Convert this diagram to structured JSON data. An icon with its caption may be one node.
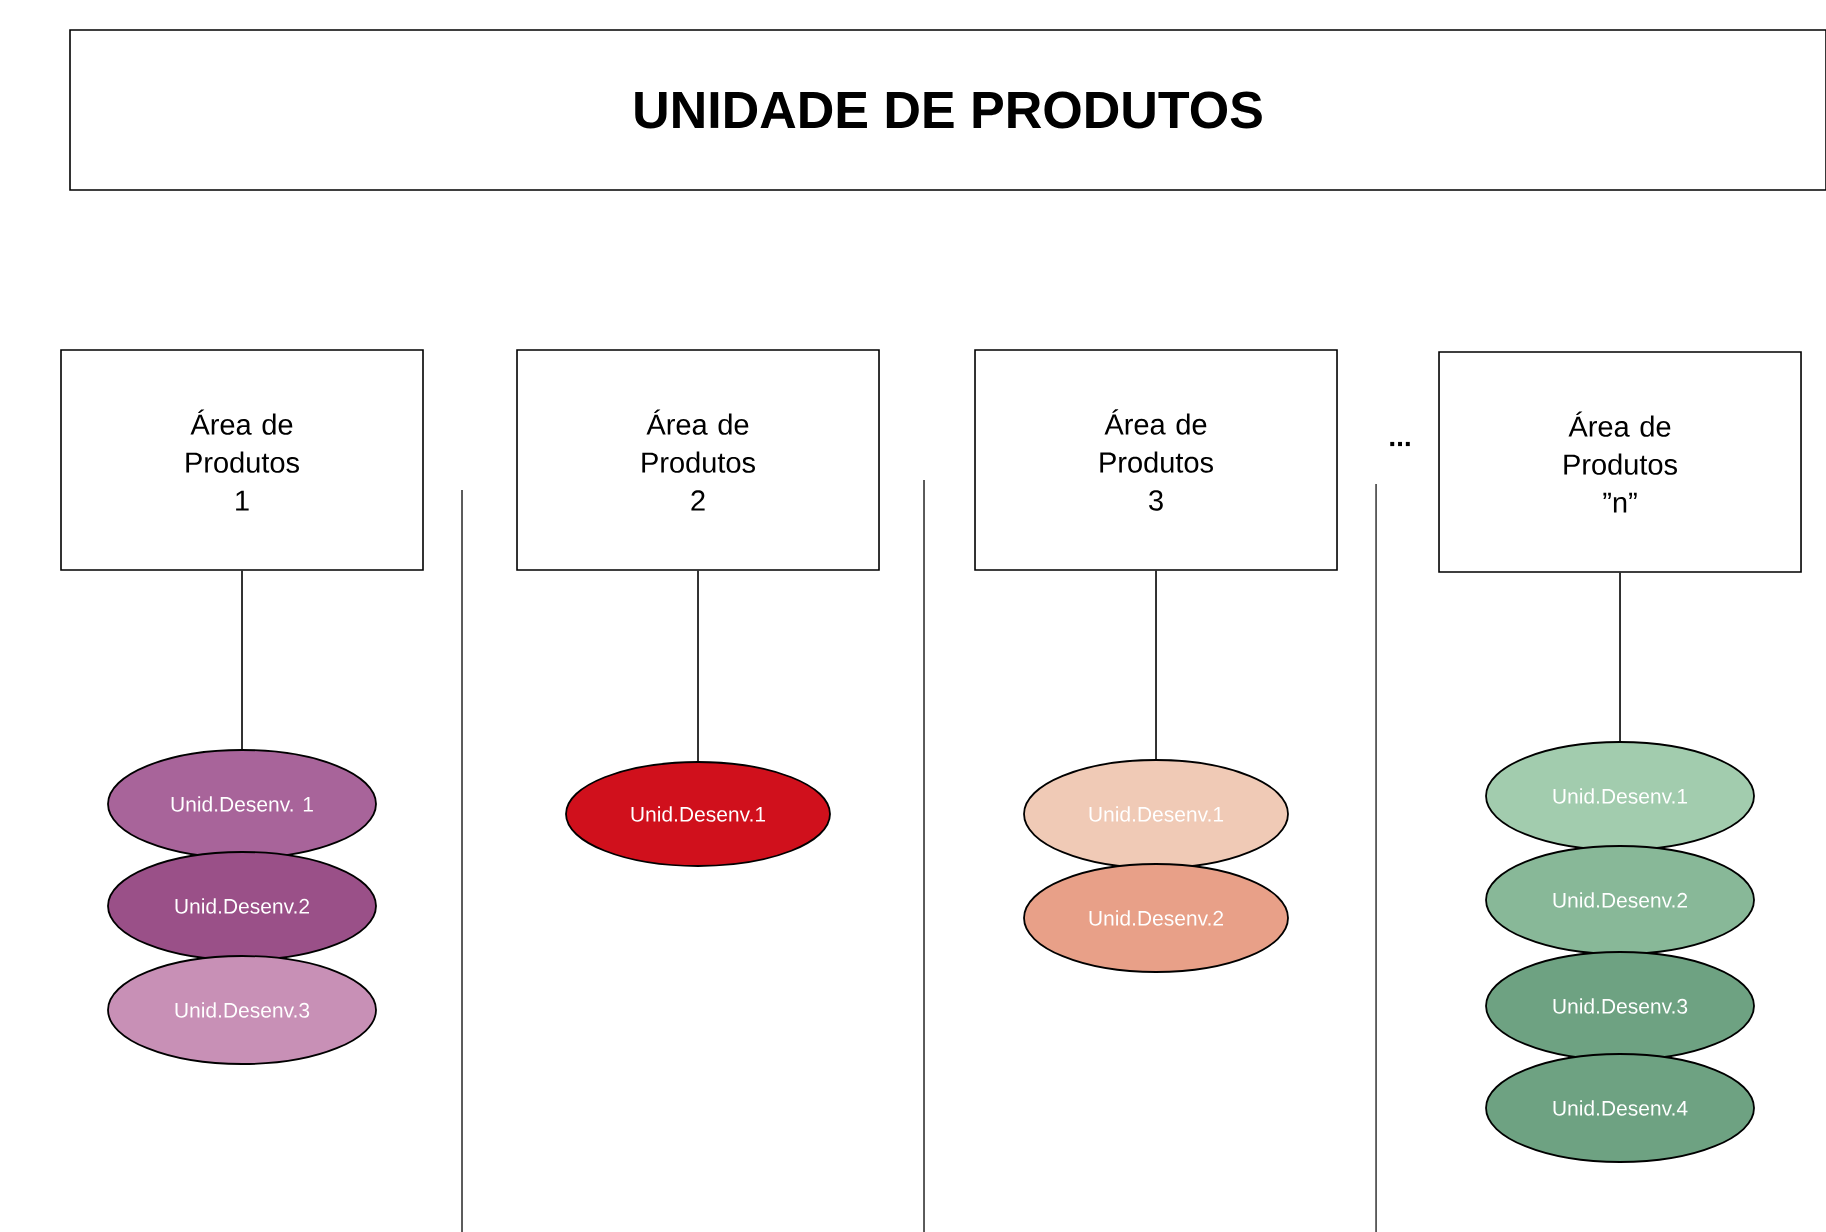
{
  "diagram": {
    "nodes": [
      {
        "text": [
          "UNIDADE DE PRODUTOS"
        ]
      },
      {
        "text": [
          "Área de Produtos 1"
        ]
      },
      {
        "text": [
          "Unid.Desenv. 1"
        ]
      },
      {
        "text": [
          "Unid.Desenv.2"
        ]
      },
      {
        "text": [
          "Unid.Desenv.3"
        ]
      },
      {
        "text": [
          "Área de Produtos 2"
        ]
      },
      {
        "text": [
          "Unid.Desenv.1"
        ]
      },
      {
        "text": [
          "Área de Produtos 3"
        ]
      },
      {
        "text": [
          "Unid.Desenv.1"
        ]
      },
      {
        "text": [
          "Unid.Desenv.2"
        ]
      },
      {
        "text": [
          "Área de Produtos ”n”"
        ]
      },
      {
        "text": [
          "Unid.Desenv.1"
        ]
      },
      {
        "text": [
          "Unid.Desenv.2"
        ]
      },
      {
        "text": [
          "Unid.Desenv.3"
        ]
      },
      {
        "text": [
          "Unid.Desenv.4"
        ]
      }
    ],
    "edges": [
      {
        "from": 1,
        "to": 2,
        "arrow": "none"
      },
      {
        "from": 5,
        "to": 6,
        "arrow": "none"
      },
      {
        "from": 7,
        "to": 8,
        "arrow": "none"
      },
      {
        "from": 10,
        "to": 11,
        "arrow": "none"
      }
    ],
    "labels": [
      "..."
    ]
  }
}
